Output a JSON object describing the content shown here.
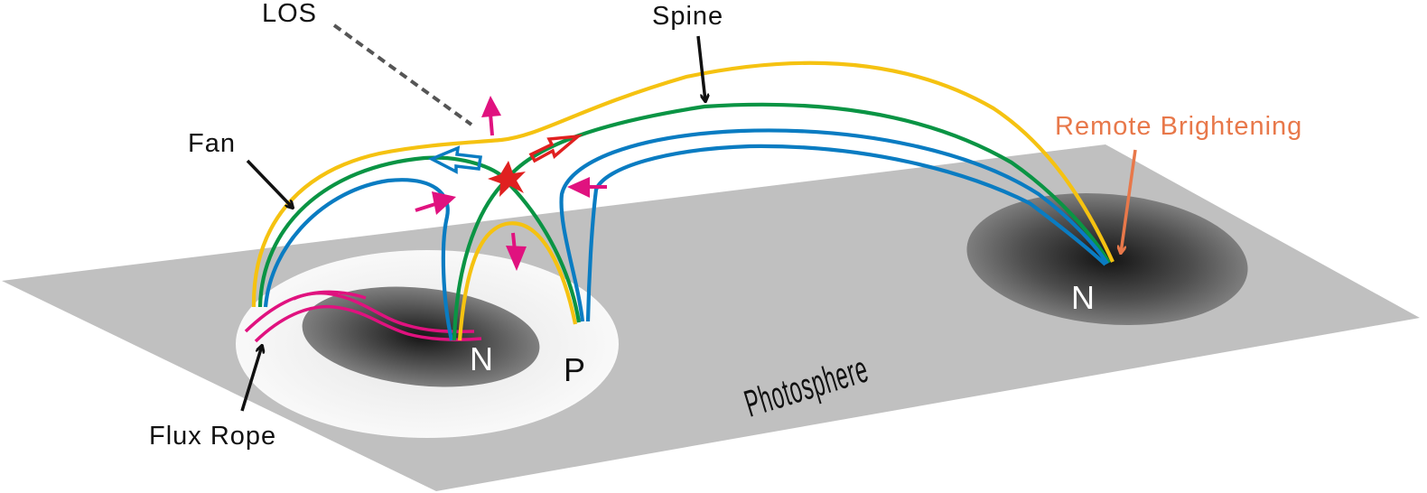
{
  "title": "Magnetic topology schematic: fan-spine configuration above the photosphere",
  "colors": {
    "photosphere": "#c0c0c0",
    "fan_yellow": "#f5c211",
    "fan_green": "#0a9444",
    "fan_blue": "#0a7cc2",
    "flux_rope": "#e0127f",
    "inflow_arrow": "#e0127f",
    "reconnection_star": "#e02020",
    "outflow_red": "#e02020",
    "outflow_blue": "#0a7cc2",
    "remote_brightening": "#e8784a",
    "label": "#111111",
    "los_dash": "#555555"
  },
  "labels": {
    "los": "LOS",
    "spine": "Spine",
    "fan": "Fan",
    "flux_rope": "Flux Rope",
    "remote_brightening": "Remote Brightening",
    "photosphere": "Photosphere",
    "polarity_n_left": "N",
    "polarity_p": "P",
    "polarity_n_right": "N"
  },
  "elements": {
    "reconnection_site": "null-point-star",
    "field_line_colors": [
      "yellow",
      "green",
      "blue"
    ],
    "inflow_arrows": 4,
    "outflow_arrows": 2
  }
}
